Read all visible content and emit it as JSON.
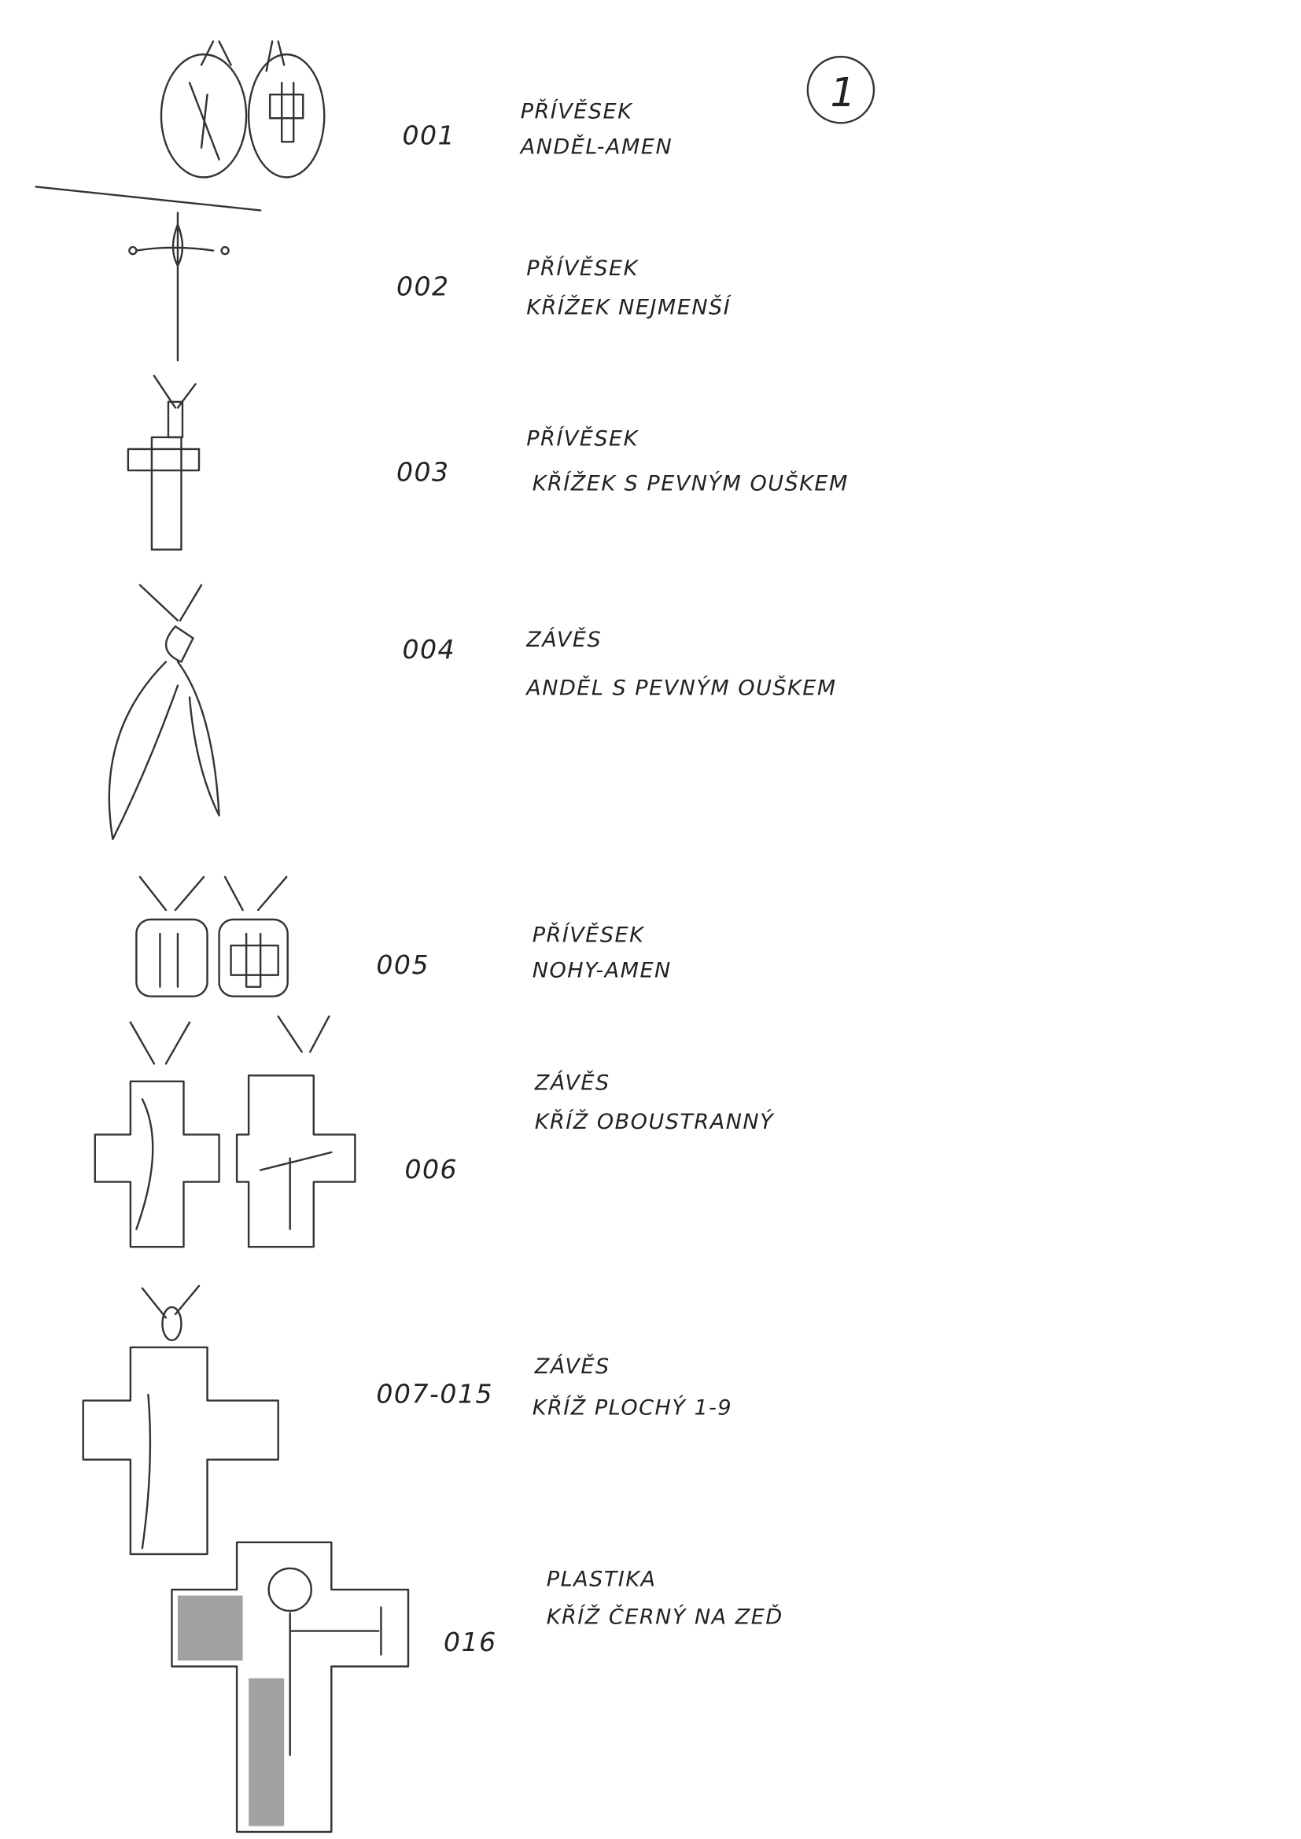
{
  "page_number": "1",
  "items": [
    {
      "code": "001",
      "type": "PŘÍVĚSEK",
      "name": "ANDĚL-AMEN"
    },
    {
      "code": "002",
      "type": "PŘÍVĚSEK",
      "name": "KŘÍŽEK NEJMENŠÍ"
    },
    {
      "code": "003",
      "type": "PŘÍVĚSEK",
      "name": "KŘÍŽEK S PEVNÝM OUŠKEM"
    },
    {
      "code": "004",
      "type": "ZÁVĚS",
      "name": "ANDĚL S PEVNÝM OUŠKEM"
    },
    {
      "code": "005",
      "type": "PŘÍVĚSEK",
      "name": "NOHY-AMEN"
    },
    {
      "code": "006",
      "type": "ZÁVĚS",
      "name": "KŘÍŽ OBOUSTRANNÝ"
    },
    {
      "code": "007-015",
      "type": "ZÁVĚS",
      "name": "KŘÍŽ PLOCHÝ 1-9"
    },
    {
      "code": "016",
      "type": "PLASTIKA",
      "name": "KŘÍŽ ČERNÝ NA ZEĎ"
    }
  ]
}
